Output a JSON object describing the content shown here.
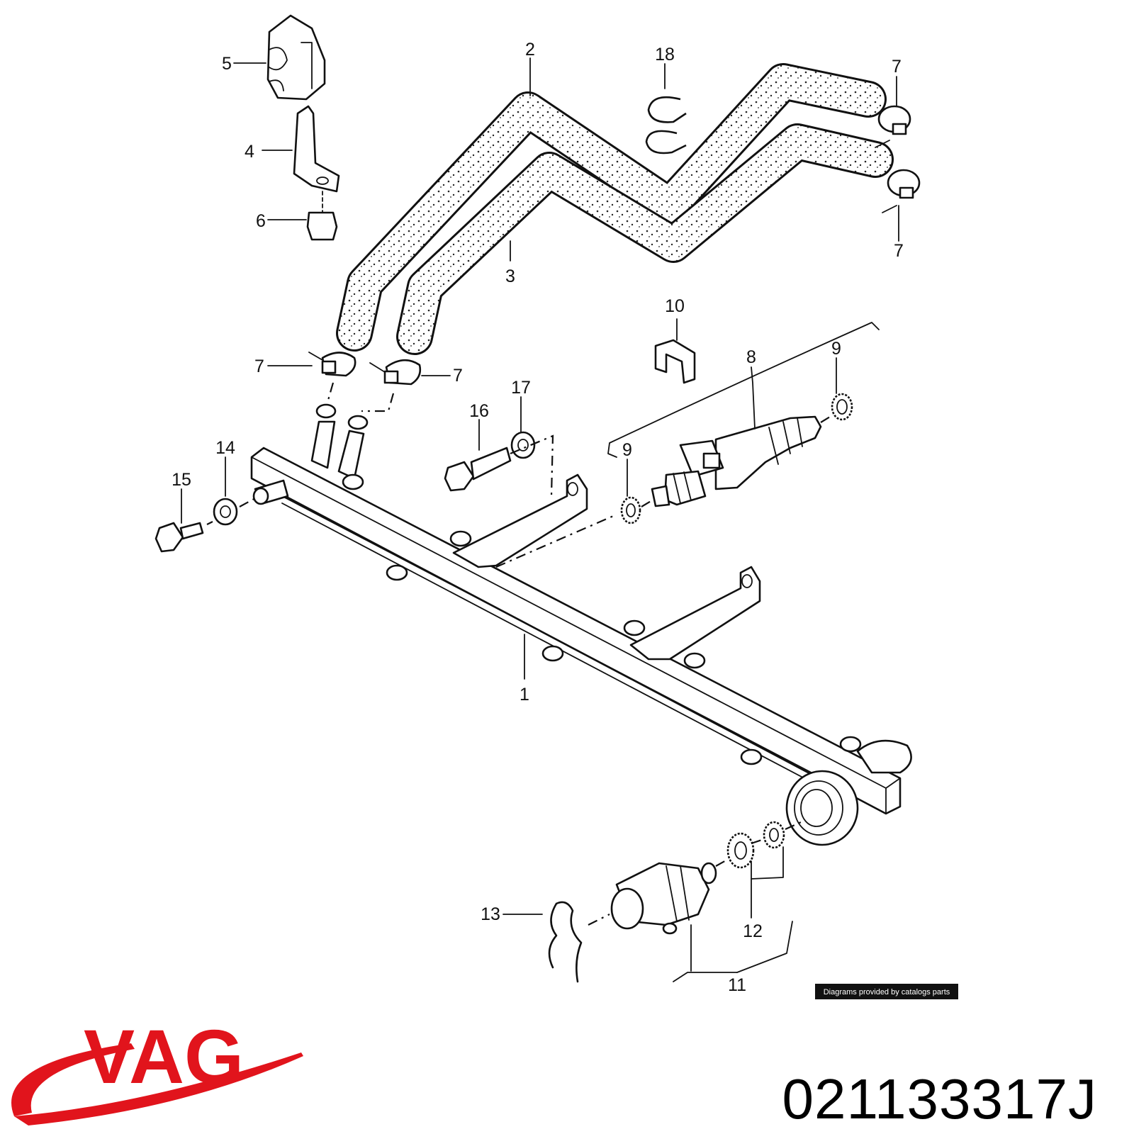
{
  "callouts": [
    {
      "id": "c1",
      "text": "1"
    },
    {
      "id": "c2",
      "text": "2"
    },
    {
      "id": "c3",
      "text": "3"
    },
    {
      "id": "c4",
      "text": "4"
    },
    {
      "id": "c5",
      "text": "5"
    },
    {
      "id": "c6",
      "text": "6"
    },
    {
      "id": "c7a",
      "text": "7"
    },
    {
      "id": "c7b",
      "text": "7"
    },
    {
      "id": "c7c",
      "text": "7"
    },
    {
      "id": "c7d",
      "text": "7"
    },
    {
      "id": "c8",
      "text": "8"
    },
    {
      "id": "c9a",
      "text": "9"
    },
    {
      "id": "c9b",
      "text": "9"
    },
    {
      "id": "c10",
      "text": "10"
    },
    {
      "id": "c11",
      "text": "11"
    },
    {
      "id": "c12",
      "text": "12"
    },
    {
      "id": "c13",
      "text": "13"
    },
    {
      "id": "c14",
      "text": "14"
    },
    {
      "id": "c15",
      "text": "15"
    },
    {
      "id": "c16",
      "text": "16"
    },
    {
      "id": "c17",
      "text": "17"
    },
    {
      "id": "c18",
      "text": "18"
    }
  ],
  "credit": "Diagrams provided by catalogs parts",
  "brand": "VAG",
  "part_number": "021133317J",
  "colors": {
    "brand_red": "#e1141c",
    "ink": "#111111",
    "paper": "#ffffff"
  }
}
